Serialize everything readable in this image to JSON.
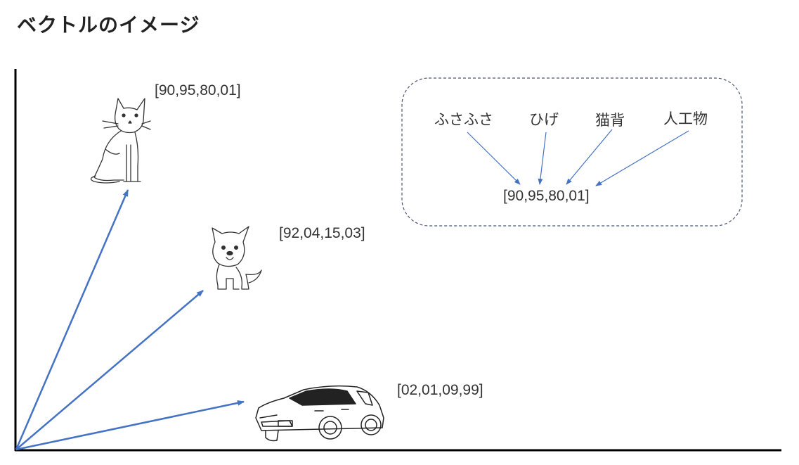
{
  "title": "ベクトルのイメージ",
  "colors": {
    "arrow": "#4472C4",
    "axis": "#000000",
    "box_border": "#4a5570"
  },
  "vectors": [
    {
      "object": "cat-icon",
      "label": "[90,95,80,01]"
    },
    {
      "object": "dog-icon",
      "label": "[92,04,15,03]"
    },
    {
      "object": "car-icon",
      "label": "[02,01,09,99]"
    }
  ],
  "feature_box": {
    "features": [
      "ふさふさ",
      "ひげ",
      "猫背",
      "人工物"
    ],
    "result": "[90,95,80,01]"
  }
}
